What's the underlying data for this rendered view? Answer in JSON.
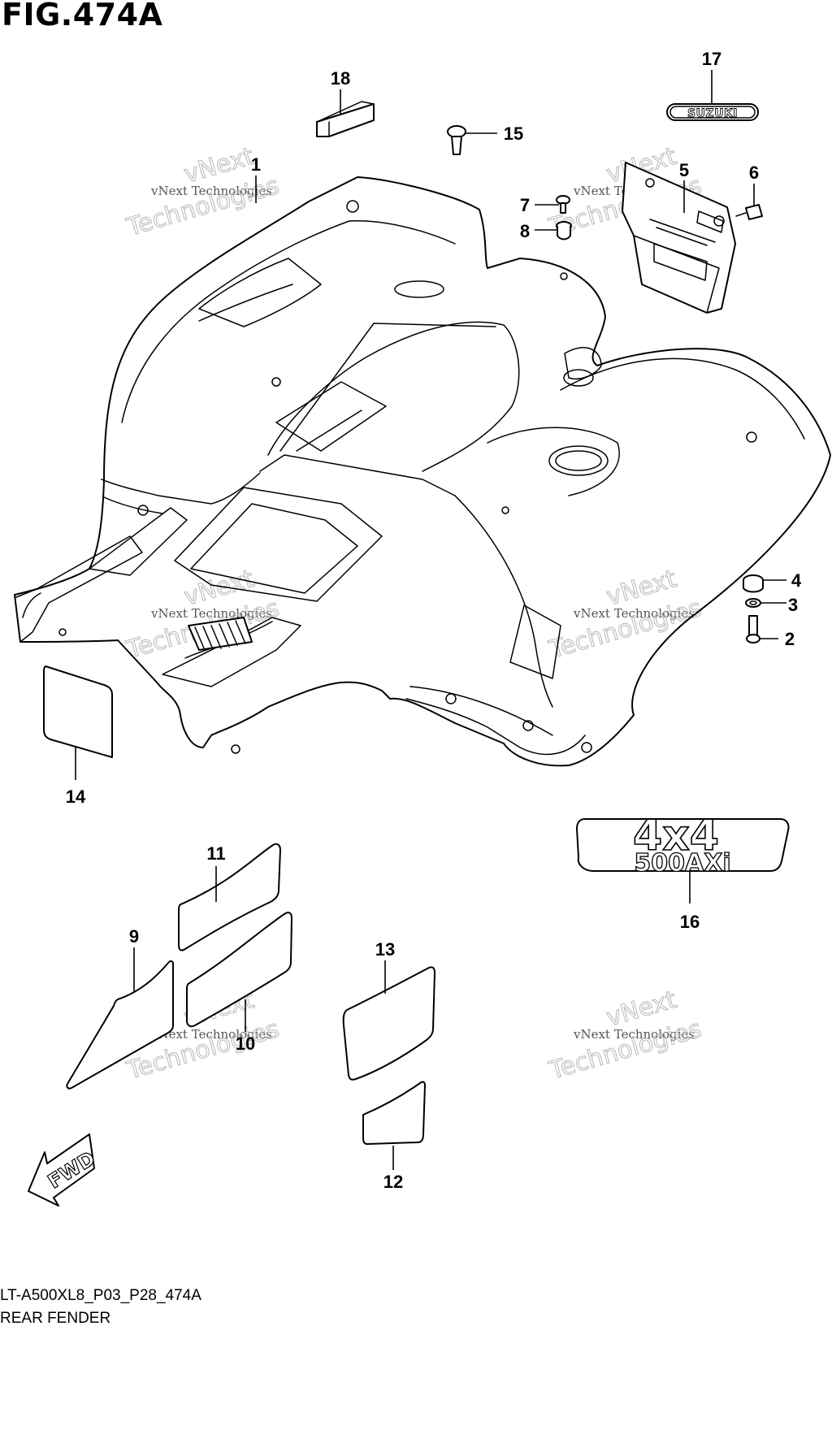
{
  "figure": {
    "title": "FIG.474A",
    "code": "LT-A500XL8_P03_P28_474A",
    "name": "REAR FENDER"
  },
  "callouts": {
    "c1": "1",
    "c2": "2",
    "c3": "3",
    "c4": "4",
    "c5": "5",
    "c6": "6",
    "c7": "7",
    "c8": "8",
    "c9": "9",
    "c10": "10",
    "c11": "11",
    "c12": "12",
    "c13": "13",
    "c14": "14",
    "c15": "15",
    "c16": "16",
    "c17": "17",
    "c18": "18"
  },
  "emblems": {
    "suzuki": "SUZUKI",
    "fourbyfour": "4x4",
    "model": "500AXi"
  },
  "direction": {
    "label": "FWD"
  },
  "watermark": {
    "line1": "vNext Technologies",
    "line2": "vNext",
    "line3": "Technologies"
  }
}
